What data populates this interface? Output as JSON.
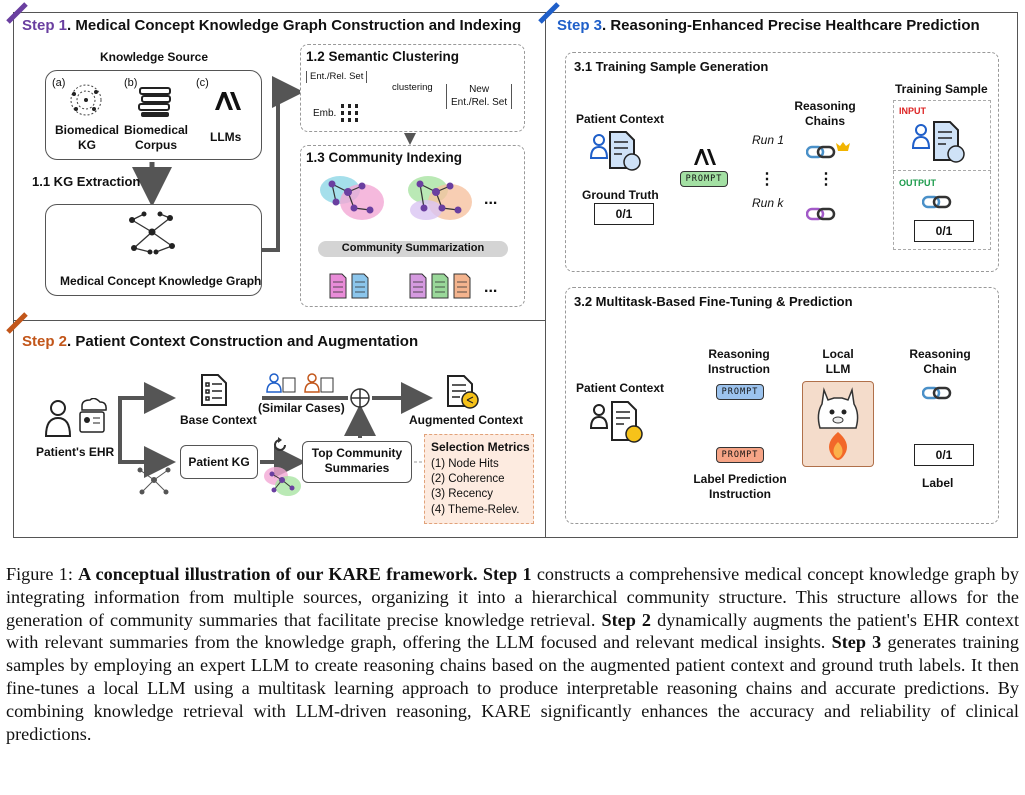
{
  "step1": {
    "num": "Step 1",
    "title": ". Medical Concept Knowledge Graph Construction and Indexing",
    "knowledge_source": "Knowledge Source",
    "sources": [
      {
        "tag": "(a)",
        "label": "Biomedical\nKG"
      },
      {
        "tag": "(b)",
        "label": "Biomedical\nCorpus"
      },
      {
        "tag": "(c)",
        "label": "LLMs"
      }
    ],
    "kg_extraction": "1.1 KG Extraction",
    "kg_label": "Medical Concept Knowledge Graph",
    "semantic_clustering": "1.2 Semantic Clustering",
    "ent_rel_set": "Ent./Rel. Set",
    "emb": "Emb.",
    "clustering": "clustering",
    "new_set": "New\nEnt./Rel. Set",
    "community_indexing": "1.3 Community Indexing",
    "ellipsis": "...",
    "community_summarization": "Community Summarization",
    "color_accent": "#6a3fa0"
  },
  "step2": {
    "num": "Step 2",
    "title": ". Patient Context Construction and Augmentation",
    "patient_ehr": "Patient's EHR",
    "base_context": "Base Context",
    "similar_cases": "(Similar Cases)",
    "augmented_context": "Augmented Context",
    "patient_kg": "Patient KG",
    "top_community": "Top Community\nSummaries",
    "selection_metrics_title": "Selection Metrics",
    "selection_metrics": [
      "(1) Node Hits",
      "(2) Coherence",
      "(3) Recency",
      "(4) Theme-Relev."
    ],
    "color_accent": "#c2561a"
  },
  "step3": {
    "num": "Step 3",
    "title": ". Reasoning-Enhanced Precise Healthcare Prediction",
    "training_sample_generation": "3.1 Training Sample Generation",
    "patient_context": "Patient Context",
    "ground_truth": "Ground Truth",
    "gt_value": "0/1",
    "prompt": "PROMPT",
    "reasoning_chains": "Reasoning\nChains",
    "run1": "Run 1",
    "runk": "Run k",
    "vdots": "⋮",
    "training_sample": "Training Sample",
    "input": "INPUT",
    "output": "OUTPUT",
    "ts_value": "0/1",
    "finetuning": "3.2 Multitask-Based Fine-Tuning & Prediction",
    "patient_context2": "Patient Context",
    "reasoning_instruction": "Reasoning\nInstruction",
    "label_prediction_instruction": "Label Prediction\nInstruction",
    "local_llm": "Local\nLLM",
    "reasoning_chain": "Reasoning\nChain",
    "label_value": "0/1",
    "label": "Label",
    "color_accent": "#1f5fc9"
  },
  "caption": {
    "fig": "Figure 1:",
    "bold1": "A conceptual illustration of our KARE framework. Step 1",
    "t1": " constructs a comprehensive medical concept knowledge graph by integrating information from multiple sources, organizing it into a hierarchical community structure. This structure allows for the generation of community summaries that facilitate precise knowledge retrieval. ",
    "bold2": "Step 2",
    "t2": " dynamically augments the patient's EHR context with relevant summaries from the knowledge graph, offering the LLM focused and relevant medical insights. ",
    "bold3": "Step 3",
    "t3": " generates training samples by employing an expert LLM to create reasoning chains based on the augmented patient context and ground truth labels. It then fine-tunes a local LLM using a multitask learning approach to produce interpretable reasoning chains and accurate predictions. By combining knowledge retrieval with LLM-driven reasoning, KARE significantly enhances the accuracy and reliability of clinical predictions."
  }
}
